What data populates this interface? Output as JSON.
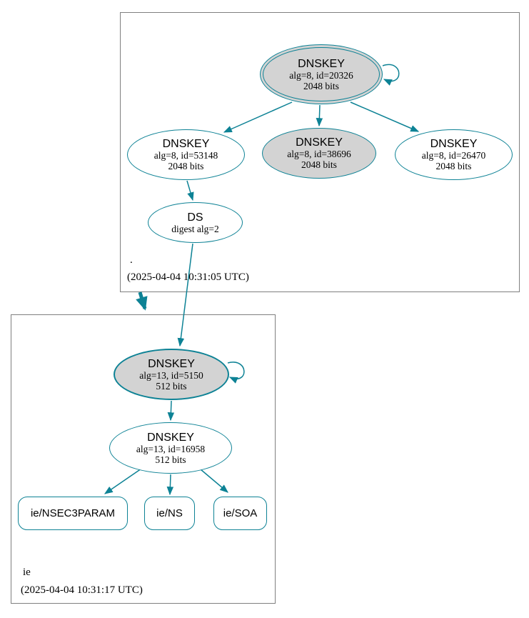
{
  "colors": {
    "edge": "#0d8295",
    "sep_key_fill": "#d3d3d3",
    "node_fill": "#ffffff",
    "zone_box_border": "#7f7f7f"
  },
  "root_zone": {
    "name": ".",
    "timestamp": "(2025-04-04 10:31:05 UTC)",
    "nodes": {
      "ksk": {
        "title": "DNSKEY",
        "detail1": "alg=8, id=20326",
        "detail2": "2048 bits"
      },
      "zsk1": {
        "title": "DNSKEY",
        "detail1": "alg=8, id=53148",
        "detail2": "2048 bits"
      },
      "zsk2": {
        "title": "DNSKEY",
        "detail1": "alg=8, id=38696",
        "detail2": "2048 bits"
      },
      "zsk3": {
        "title": "DNSKEY",
        "detail1": "alg=8, id=26470",
        "detail2": "2048 bits"
      },
      "ds": {
        "title": "DS",
        "detail1": "digest alg=2"
      }
    }
  },
  "ie_zone": {
    "name": "ie",
    "timestamp": "(2025-04-04 10:31:17 UTC)",
    "nodes": {
      "ksk": {
        "title": "DNSKEY",
        "detail1": "alg=13, id=5150",
        "detail2": "512 bits"
      },
      "zsk": {
        "title": "DNSKEY",
        "detail1": "alg=13, id=16958",
        "detail2": "512 bits"
      },
      "rrsets": [
        {
          "label": "ie/NSEC3PARAM"
        },
        {
          "label": "ie/NS"
        },
        {
          "label": "ie/SOA"
        }
      ]
    }
  }
}
